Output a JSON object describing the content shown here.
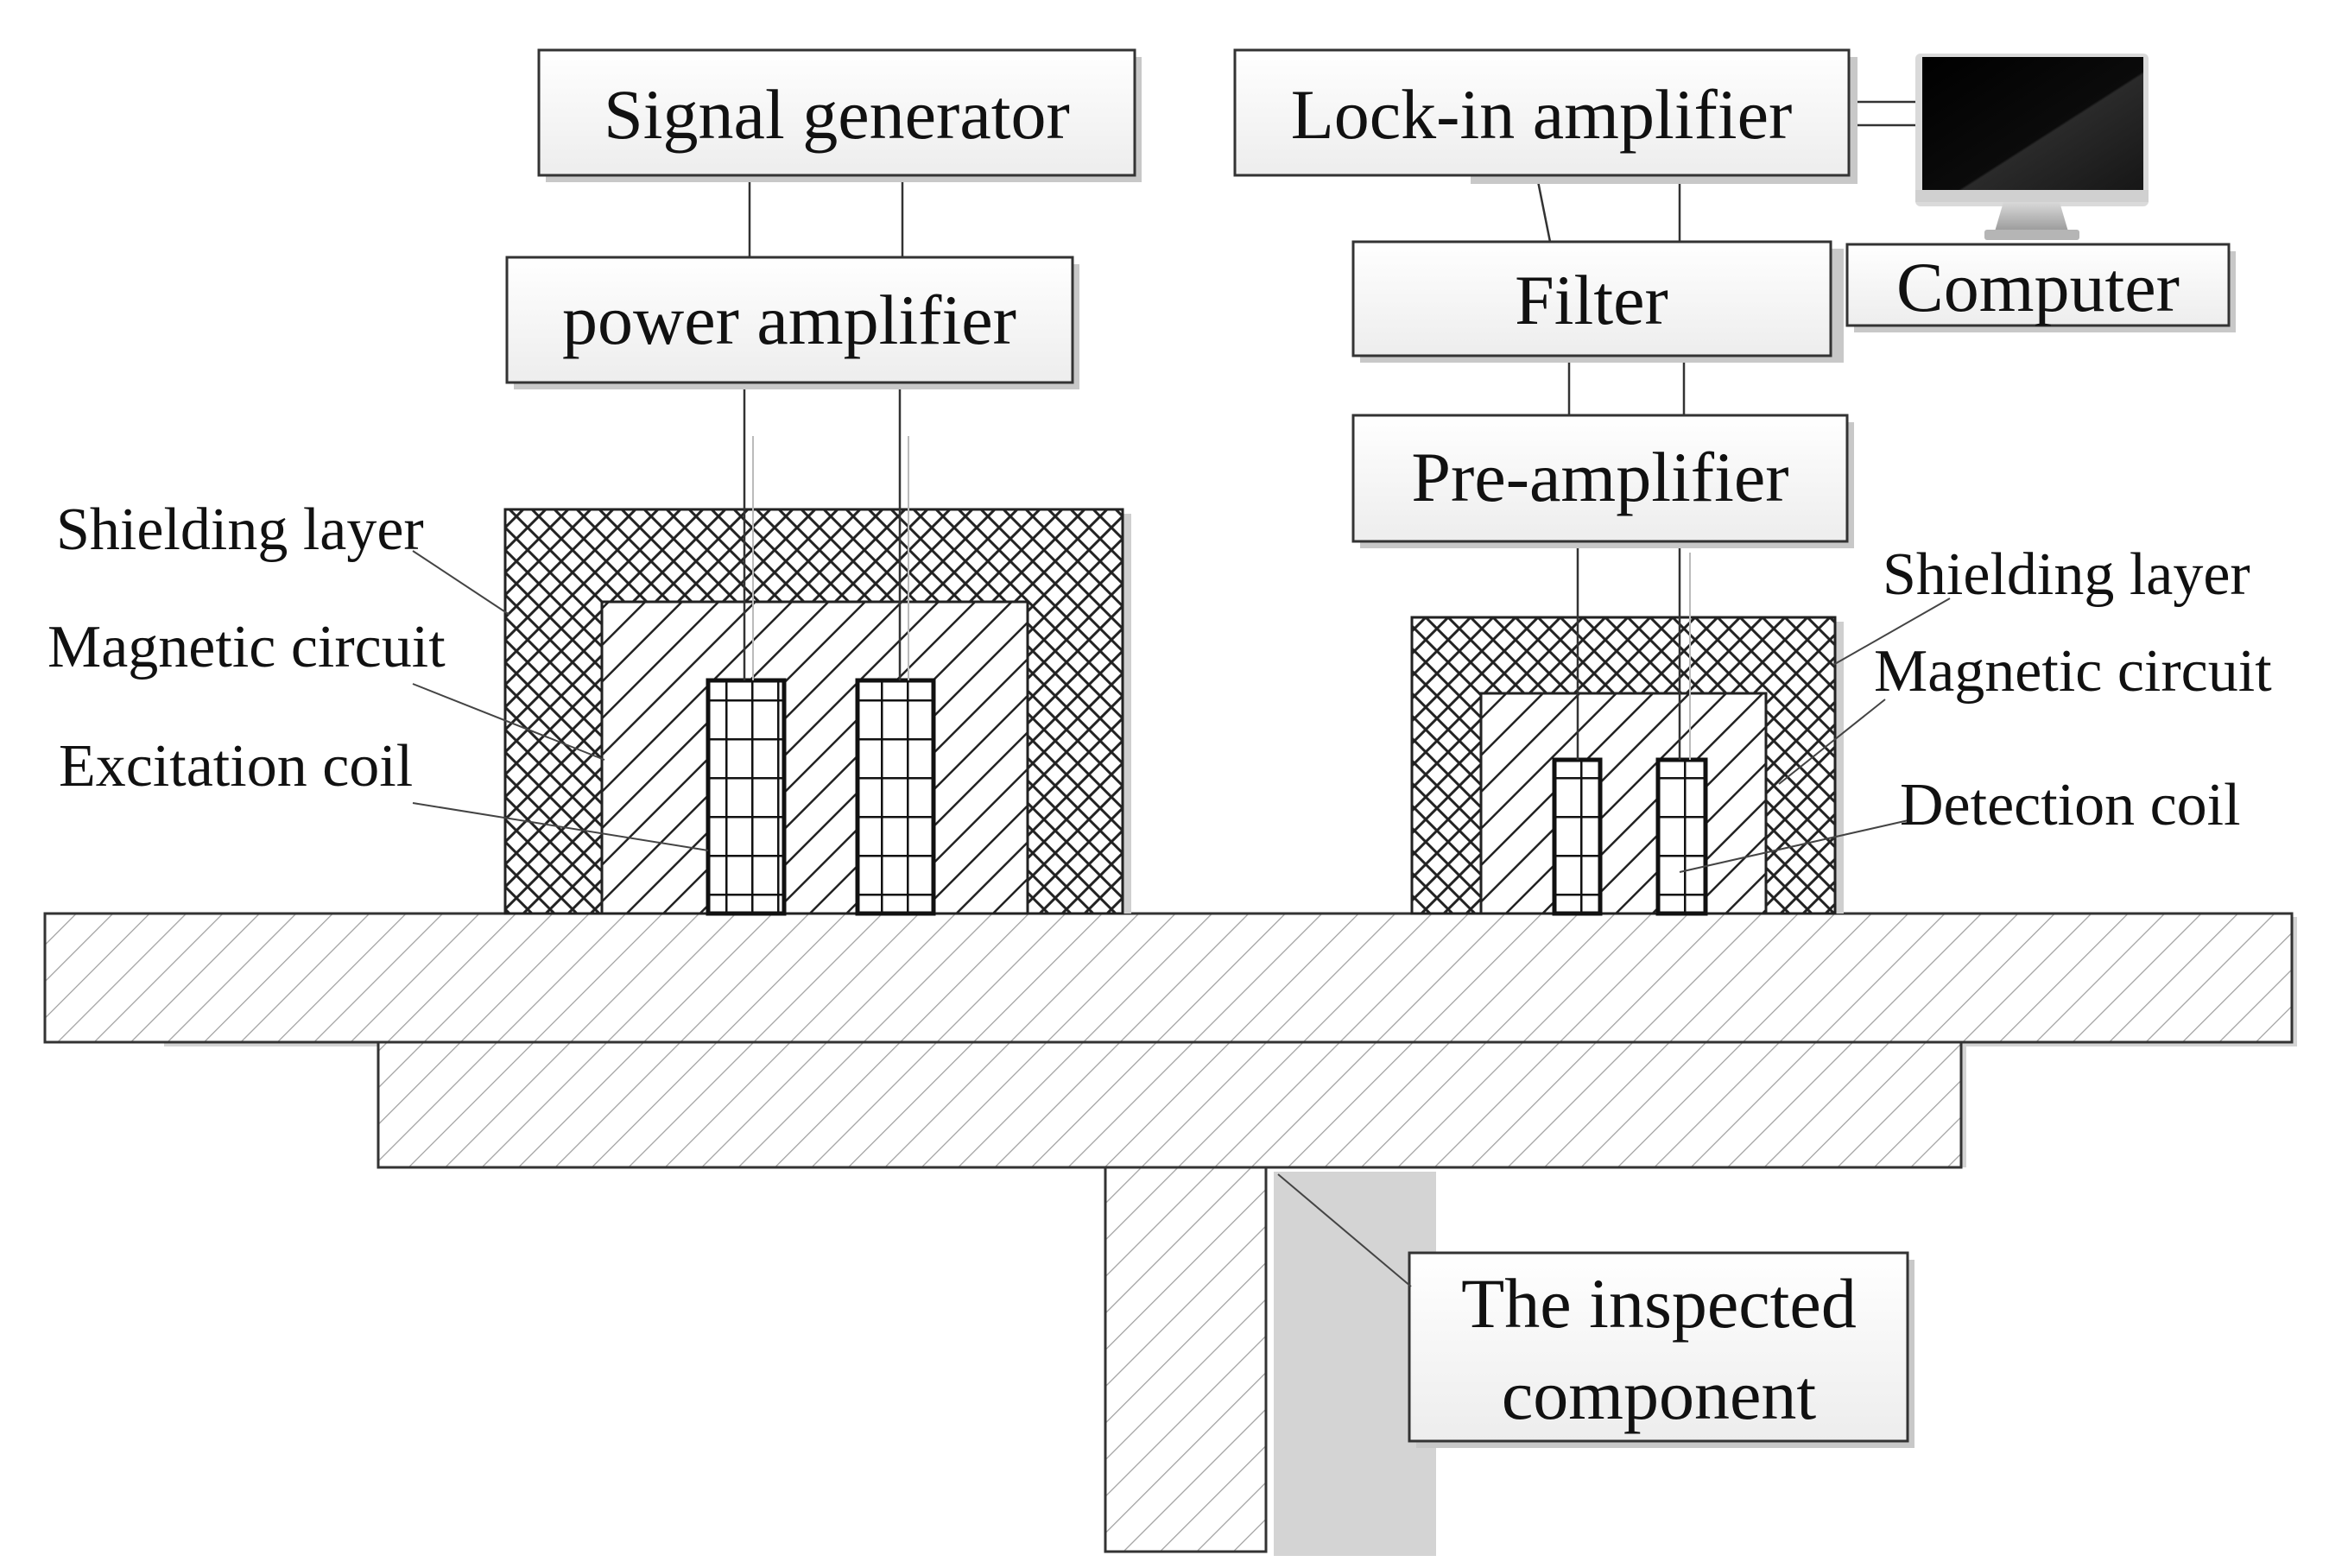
{
  "diagram": {
    "boxes": {
      "signal_generator": "Signal generator",
      "power_amplifier": "power amplifier",
      "lock_in_amplifier": "Lock-in amplifier",
      "filter": "Filter",
      "pre_amplifier": "Pre-amplifier",
      "computer": "Computer",
      "inspected_component_line1": "The inspected",
      "inspected_component_line2": "component"
    },
    "labels": {
      "left_shielding_layer": "Shielding layer",
      "left_magnetic_circuit": "Magnetic circuit",
      "excitation_coil": "Excitation coil",
      "right_shielding_layer": "Shielding layer",
      "right_magnetic_circuit": "Magnetic circuit",
      "detection_coil": "Detection coil"
    },
    "icons": {
      "computer": "monitor-icon"
    },
    "colors": {
      "stroke": "#333333",
      "box_fill": "#ffffff",
      "shadow": "#c8c8c8"
    }
  }
}
